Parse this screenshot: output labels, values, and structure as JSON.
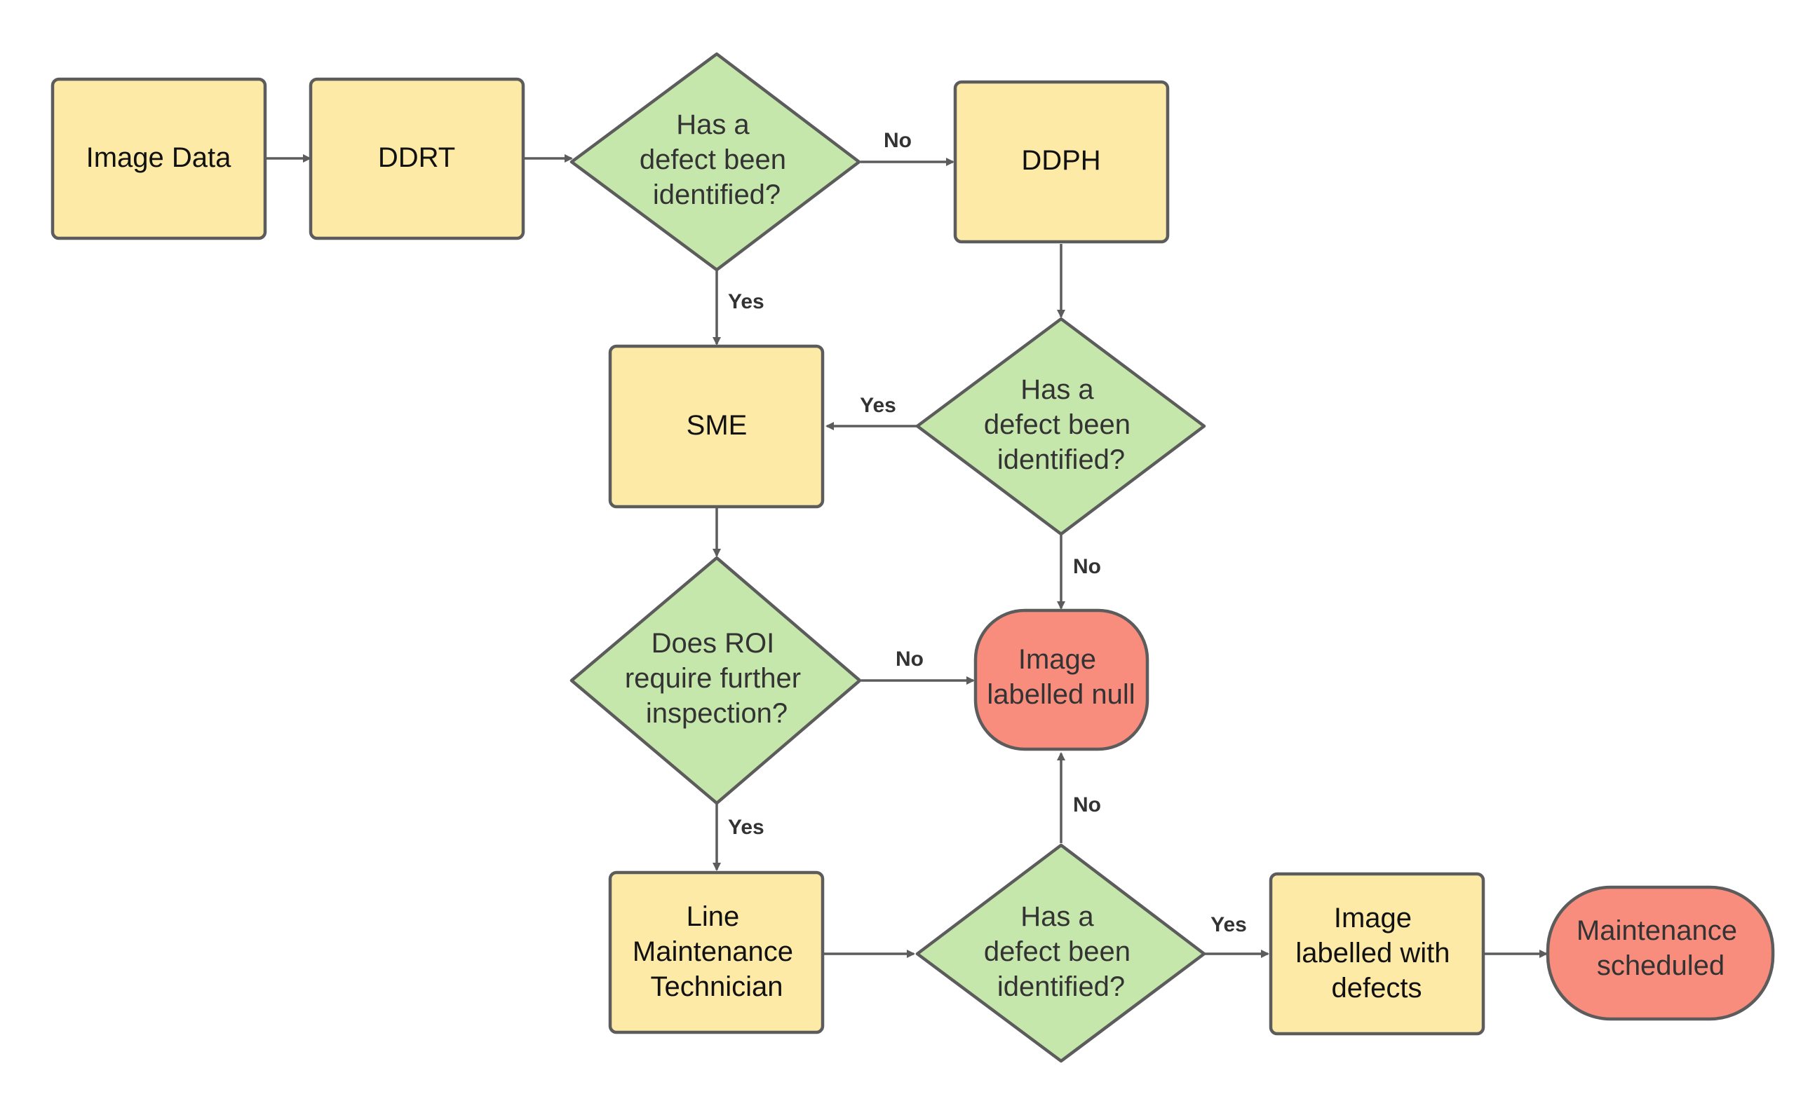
{
  "nodes": {
    "image_data": {
      "label": [
        "Image Data"
      ]
    },
    "ddrt": {
      "label": [
        "DDRT"
      ]
    },
    "decision_1": {
      "label": [
        "Has a",
        "defect been",
        "identified?"
      ]
    },
    "ddph": {
      "label": [
        "DDPH"
      ]
    },
    "decision_2": {
      "label": [
        "Has a",
        "defect been",
        "identified?"
      ]
    },
    "sme": {
      "label": [
        "SME"
      ]
    },
    "decision_roi": {
      "label": [
        "Does ROI",
        "require further",
        "inspection?"
      ]
    },
    "null_label": {
      "label": [
        "Image",
        "labelled null"
      ]
    },
    "technician": {
      "label": [
        "Line",
        "Maintenance",
        "Technician"
      ]
    },
    "decision_3": {
      "label": [
        "Has a",
        "defect been",
        "identified?"
      ]
    },
    "defects_label": {
      "label": [
        "Image",
        "labelled with",
        "defects"
      ]
    },
    "maintenance": {
      "label": [
        "Maintenance",
        "scheduled"
      ]
    }
  },
  "edges": {
    "d1_no": "No",
    "d1_yes": "Yes",
    "d2_yes": "Yes",
    "d2_no": "No",
    "roi_no": "No",
    "roi_yes": "Yes",
    "d3_no": "No",
    "d3_yes": "Yes"
  },
  "colors": {
    "process_fill": "#fdeaa7",
    "decision_fill": "#c6e7ac",
    "terminal_fill": "#f98d7d",
    "stroke": "#5c5c5c"
  }
}
